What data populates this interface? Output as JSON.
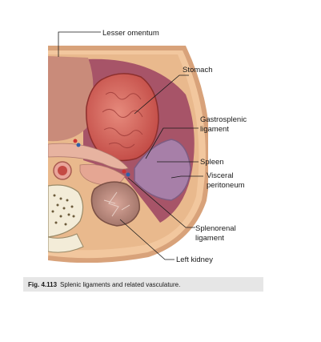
{
  "figure": {
    "labels": {
      "lesser_omentum": "Lesser omentum",
      "stomach": "Stomach",
      "gastrosplenic_line1": "Gastrosplenic",
      "gastrosplenic_line2": "ligament",
      "spleen": "Spleen",
      "visceral_line1": "Visceral",
      "visceral_line2": "peritoneum",
      "splenorenal_line1": "Splenorenal",
      "splenorenal_line2": "ligament",
      "left_kidney": "Left kidney"
    }
  },
  "caption": {
    "number": "Fig. 4.113",
    "text": "Splenic ligaments and related vasculature."
  },
  "colors": {
    "body_wall": "#f2c79e",
    "peritoneal_cavity": "#a75468",
    "stomach": "#c9554f",
    "spleen": "#a77fa8",
    "kidney": "#a57a6e",
    "vertebra": "#f3ecd8"
  }
}
